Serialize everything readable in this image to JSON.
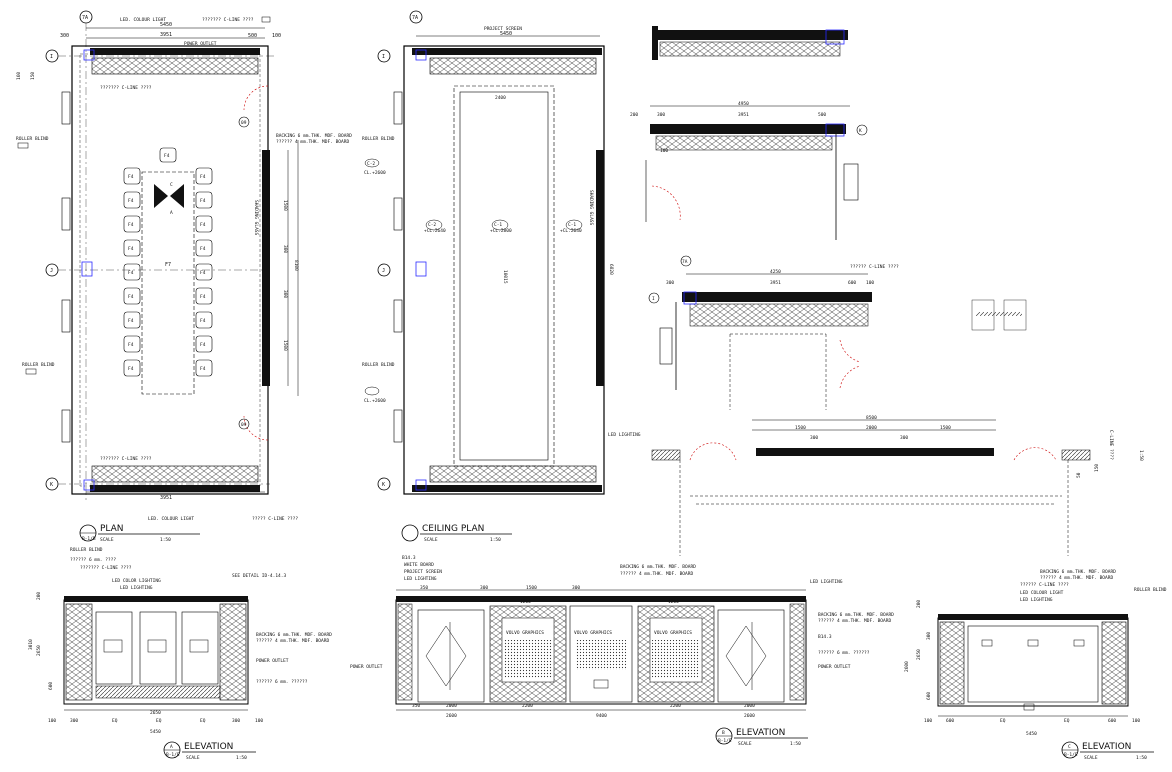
{
  "plan": {
    "title": "PLAN",
    "scale_label": "SCALE",
    "scale": "1:50",
    "ref": "B-1/B",
    "grid_7a": "7A",
    "grid_i": "I",
    "grid_j": "J",
    "grid_k": "K",
    "dim_total": "5450",
    "dim_inner": "3951",
    "dim_left": "300",
    "dim_right": "500",
    "dim_right2": "100",
    "dim_bottom_inner": "3951",
    "dim_8100": "8100",
    "dim_1500a": "1500",
    "dim_1500b": "1500",
    "dim_300a": "300",
    "dim_300b": "300",
    "dim_160": "160",
    "dim_150": "150",
    "led_top": "LED. COLOUR LIGHT",
    "cline_top": "??????? C-LINE ????",
    "power_outlet": "POWER OUTLET",
    "cline_mid": "??????? C-LINE ????",
    "roller_blind_1": "ROLLER BLIND",
    "roller_blind_2": "ROLLER BLIND",
    "backing": "BACKING 6 mm.THK. MDF. BOARD",
    "backing2": "?????? 4 mm.THK. MDF. BOARD",
    "cline_low": "??????? C-LINE ????",
    "led_bottom": "LED. COLOUR LIGHT",
    "cline_bottom": "????? C-LINE ????",
    "table_label": "F7",
    "chair_label": "F4",
    "chair_top": "F4",
    "sec_a": "A",
    "sec_b": "B",
    "sec_c": "C",
    "door_09a": "09",
    "door_09b": "09",
    "glass_label": "SHADING GLASS"
  },
  "ceiling": {
    "title": "CEILING PLAN",
    "scale_label": "SCALE",
    "scale": "1:50",
    "grid_7a": "7A",
    "grid_i": "I",
    "grid_j": "J",
    "grid_k": "K",
    "project_screen": "PROJECT SCREEN",
    "dim_5450": "5450",
    "dim_2400": "2400",
    "dim_10015": "10015",
    "dim_6820": "6820",
    "roller_blind_1": "ROLLER BLIND",
    "roller_blind_2": "ROLLER BLIND",
    "ceil_c1": "C-1",
    "ceil_c2": "C-2",
    "ceil_c3": "C-1",
    "ceil_c4": "C-2",
    "ceil_h1": "CL.+2600",
    "ceil_h2": "CL.+2600",
    "ceil_h3": "+CL.2640",
    "ceil_h4": "+CL.2800",
    "ceil_h5": "+CL.2640",
    "led_lighting": "LED LIGHTING",
    "glass_label": "SHADING GLASS"
  },
  "detail_plans": {
    "dim_4950": "4950",
    "dim_3951a": "3951",
    "dim_200": "200",
    "dim_300a": "300",
    "dim_500a": "500",
    "dim_100a": "100",
    "dim_4250": "4250",
    "dim_3951b": "3951",
    "dim_300b": "300",
    "dim_600": "600",
    "dim_100b": "100",
    "cline": "?????? C-LINE ????",
    "grid_i": "I",
    "grid_7a": "7A",
    "grid_k": "K",
    "dim_8500": "8500",
    "dim_1500a": "1500",
    "dim_2000": "2000",
    "dim_1500b": "1500",
    "dim_300c": "300",
    "dim_300d": "300",
    "dim_150": "150",
    "dim_50": "50",
    "cline_v": "C-LINE ????",
    "dim_180": "1:50"
  },
  "elevation_a": {
    "title": "ELEVATION",
    "scale_label": "SCALE",
    "scale": "1:50",
    "ref_letter": "A",
    "ref": "B-1/E",
    "roller_blind": "ROLLER BLIND",
    "fabric": "?????? 6 mm. ????",
    "cline": "??????? C-LINE ????",
    "led_color": "LED COLOR LIGHTING",
    "led_light": "LED LIGHTING",
    "see_detail": "SEE DETAIL ID-4.14.3",
    "backing": "BACKING 6 mm.THK. MDF. BOARD",
    "backing2": "?????? 4 mm.THK. MDF. BOARD",
    "power_outlet": "POWER OUTLET",
    "fabric2": "?????? 6 mm. ??????",
    "dim_5450": "5450",
    "dim_100a": "100",
    "dim_100b": "100",
    "dim_2650": "2650",
    "dim_3010": "3010",
    "dim_eq1": "EQ",
    "dim_eq2": "EQ",
    "dim_eq3": "EQ",
    "dim_300a": "300",
    "dim_300b": "300",
    "h_200": "200",
    "h_2650": "2650",
    "h_600": "600"
  },
  "elevation_b": {
    "title": "ELEVATION",
    "scale_label": "SCALE",
    "scale": "1:50",
    "ref_letter": "B",
    "ref": "B-1/E",
    "b143": "B14.3",
    "white_board": "WHITE BOARD",
    "project_screen": "PROJECT SCREEN",
    "led_lighting": "LED LIGHTING",
    "backing_top": "BACKING 6 mm.THK. MDF. BOARD",
    "backing_top2": "?????? 4 mm.THK. MDF. BOARD",
    "led_right": "LED LIGHTING",
    "backing_r": "BACKING 6 mm.THK. MDF. BOARD",
    "backing_r2": "?????? 4 mm.THK. MDF. BOARD",
    "b143_r": "B14.3",
    "fabric_r": "?????? 6 mm. ??????",
    "power_outlet_r": "POWER OUTLET",
    "power_outlet_l": "POWER OUTLET",
    "graphic1": "VOLVO GRAPHICS",
    "graphic2": "VOLVO GRAPHICS",
    "graphic3": "VOLVO GRAPHICS",
    "dim_9400": "9400",
    "dim_2600a": "2600",
    "dim_2600b": "2600",
    "dim_2000a": "2000",
    "dim_2200a": "2200",
    "dim_2200b": "2200",
    "dim_2000b": "2000",
    "dim_350a": "350",
    "dim_350b": "350",
    "dim_300": "300",
    "dim_1500": "1500",
    "dim_1200a": "1200",
    "dim_1200b": "1200",
    "dim_300b": "300"
  },
  "elevation_c": {
    "title": "ELEVATION",
    "scale_label": "SCALE",
    "scale": "1:50",
    "ref_letter": "C",
    "ref": "B-1/E",
    "backing": "BACKING 6 mm.THK. MDF. BOARD",
    "backing2": "?????? 4 mm.THK. MDF. BOARD",
    "cline": "?????? C-LINE ????",
    "led_color": "LED COLOUR LIGHT",
    "led_lighting": "LED LIGHTING",
    "roller_blind": "ROLLER BLIND",
    "dim_5450": "5450",
    "dim_eq1": "EQ",
    "dim_eq2": "EQ",
    "dim_100a": "100",
    "dim_600a": "600",
    "dim_600b": "600",
    "dim_100b": "100",
    "dim_300": "300",
    "dim_200": "200",
    "h_2600": "2600",
    "h_2650": "2650",
    "h_600": "600"
  }
}
